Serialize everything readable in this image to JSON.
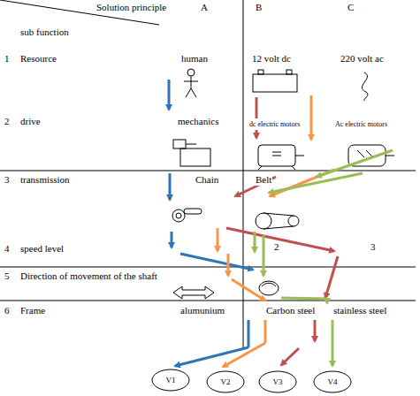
{
  "diagram": {
    "nodes": [
      {
        "text": [
          "V1"
        ]
      },
      {
        "text": [
          "V2"
        ]
      },
      {
        "text": [
          "V3"
        ]
      },
      {
        "text": [
          "V4"
        ]
      }
    ],
    "labels": [
      "Solution principle",
      "sub function",
      "A",
      "B",
      "C",
      "1",
      "Resource",
      "human",
      "12 volt dc",
      "220 volt ac",
      "2",
      "drive",
      "mechanics",
      "dc electric motors",
      "Ac electric motors",
      "3",
      "transmission",
      "Chain",
      "Belt",
      "4",
      "speed level",
      "2",
      "3",
      "5",
      "Direction of movement of the shaft",
      "6",
      "Frame",
      "alumunium",
      "Carbon steel",
      "stainless steel"
    ]
  }
}
